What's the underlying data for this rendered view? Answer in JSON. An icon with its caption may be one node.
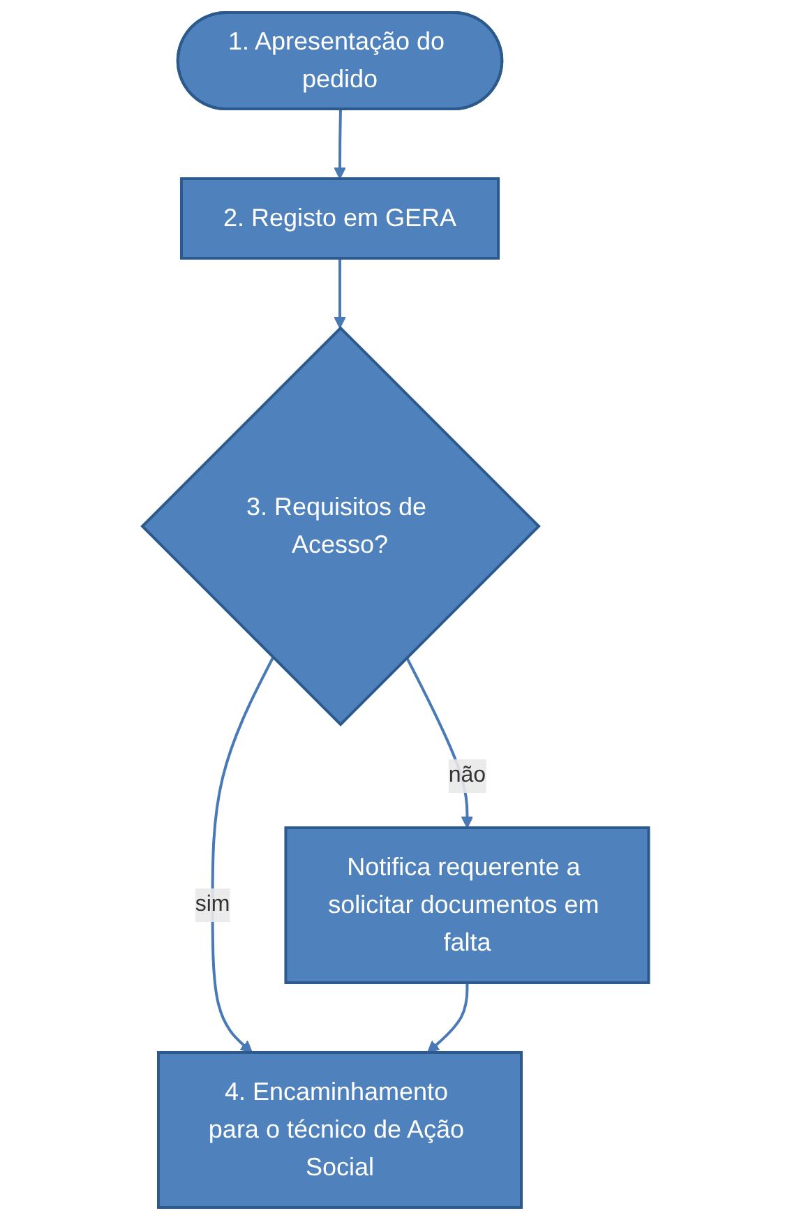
{
  "diagram": {
    "nodes": [
      {
        "text": [
          "1. Apresentação do pedido"
        ]
      },
      {
        "text": [
          "2. Registo em GERA"
        ]
      },
      {
        "text": [
          "3. Requisitos de Acesso?"
        ]
      },
      {
        "text": [
          "Notifica requerente a solicitar documentos em falta"
        ]
      },
      {
        "text": [
          "4. Encaminhamento para o técnico de Ação Social"
        ]
      }
    ],
    "edges": [
      {
        "from": 0,
        "to": 1,
        "arrow": "to"
      },
      {
        "from": 1,
        "to": 2,
        "arrow": "to"
      },
      {
        "from": 2,
        "to": 3,
        "label": "não",
        "arrow": "to"
      },
      {
        "from": 2,
        "to": 4,
        "label": "sim",
        "arrow": "to"
      },
      {
        "from": 3,
        "to": 4,
        "arrow": "to"
      }
    ]
  }
}
